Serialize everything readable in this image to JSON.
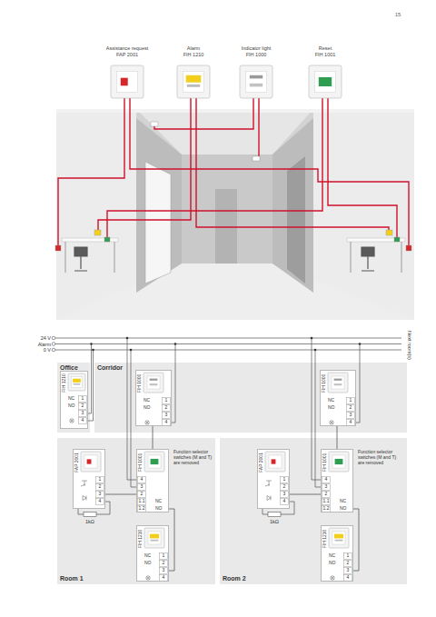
{
  "diagram": {
    "nodes": [
      {
        "text": [
          "Assistance request",
          "FAP 2001"
        ]
      },
      {
        "text": [
          "Alarm",
          "FIH 1210"
        ]
      },
      {
        "text": [
          "Indicator light",
          "FIH 1000"
        ]
      },
      {
        "text": [
          "Reset",
          "FIH 1001"
        ]
      },
      {
        "text": [
          "Office"
        ]
      },
      {
        "text": [
          "FIH 1210"
        ],
        "in": 4
      },
      {
        "text": [
          "Corridor"
        ]
      },
      {
        "text": [
          "FIH 1000"
        ],
        "in": 6
      },
      {
        "text": [
          "FIH 1000"
        ],
        "in": 6
      },
      {
        "text": [
          "Room 1"
        ]
      },
      {
        "text": [
          "FAP 2001"
        ],
        "in": 9
      },
      {
        "text": [
          "FIH 1001"
        ],
        "in": 9
      },
      {
        "text": [
          "FIH 1210"
        ],
        "in": 9
      },
      {
        "text": [
          "Room 2"
        ]
      },
      {
        "text": [
          "FAP 2001"
        ],
        "in": 13
      },
      {
        "text": [
          "FIH 1001"
        ],
        "in": 13
      },
      {
        "text": [
          "FIH 1210"
        ],
        "in": 13
      }
    ],
    "edges": [
      {
        "from": 10,
        "to": 11,
        "arrow": "none"
      },
      {
        "from": 11,
        "to": 12,
        "arrow": "none"
      },
      {
        "from": 11,
        "to": 7,
        "arrow": "none"
      },
      {
        "from": 14,
        "to": 15,
        "arrow": "none"
      },
      {
        "from": 15,
        "to": 16,
        "arrow": "none"
      },
      {
        "from": 15,
        "to": 8,
        "arrow": "none"
      }
    ],
    "labels": [
      "15",
      "24 V",
      "Alarm",
      "0 V",
      "Next room(s)",
      "NC",
      "1",
      "NO",
      "2",
      "3",
      "4",
      "NC",
      "1",
      "NO",
      "2",
      "3",
      "4",
      "NC",
      "1",
      "NO",
      "2",
      "3",
      "4",
      "1",
      "2",
      "3",
      "4",
      "4",
      "3",
      "2",
      "1.1",
      "NC",
      "1.2",
      "NO",
      "Function selector switches (M and T) are removed",
      "1kΩ",
      "NC",
      "1",
      "NO",
      "2",
      "3",
      "4",
      "1",
      "2",
      "3",
      "4",
      "4",
      "3",
      "2",
      "1.1",
      "NC",
      "1.2",
      "NO",
      "Function selector switches (M and T) are removed",
      "1kΩ",
      "NC",
      "1",
      "NO",
      "2",
      "3",
      "4"
    ]
  }
}
